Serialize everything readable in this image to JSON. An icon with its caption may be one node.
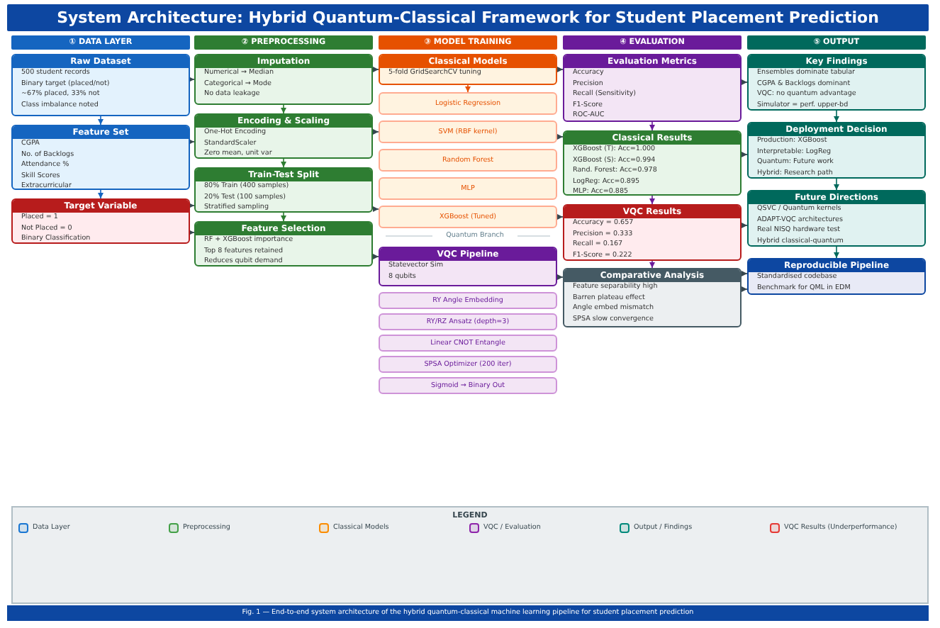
{
  "diagram": {
    "title": "System Architecture: Hybrid Quantum-Classical Framework for Student Placement Prediction",
    "caption": "Fig. 1 — End-to-end system architecture of the hybrid quantum-classical machine learning pipeline for student placement prediction",
    "nodes": [
      {
        "text": [
          "① DATA LAYER"
        ]
      },
      {
        "text": [
          "② PREPROCESSING"
        ]
      },
      {
        "text": [
          "③ MODEL TRAINING"
        ]
      },
      {
        "text": [
          "④ EVALUATION"
        ]
      },
      {
        "text": [
          "⑤ OUTPUT"
        ]
      },
      {
        "text": [
          "Raw Dataset",
          "500 student records",
          "Binary target (placed/not)",
          "~67% placed, 33% not",
          "Class imbalance noted"
        ]
      },
      {
        "text": [
          "Feature Set",
          "CGPA",
          "No. of Backlogs",
          "Attendance %",
          "Skill Scores",
          "Extracurricular"
        ]
      },
      {
        "text": [
          "Target Variable",
          "Placed = 1",
          "Not Placed = 0",
          "Binary Classification"
        ]
      },
      {
        "text": [
          "Imputation",
          "Numerical → Median",
          "Categorical → Mode",
          "No data leakage"
        ]
      },
      {
        "text": [
          "Encoding & Scaling",
          "One-Hot Encoding",
          "StandardScaler",
          "Zero mean, unit var"
        ]
      },
      {
        "text": [
          "Train-Test Split",
          "80% Train (400 samples)",
          "20% Test (100 samples)",
          "Stratified sampling"
        ]
      },
      {
        "text": [
          "Feature Selection",
          "RF + XGBoost importance",
          "Top 8 features retained",
          "Reduces qubit demand"
        ]
      },
      {
        "text": [
          "Classical Models",
          "5-fold GridSearchCV tuning"
        ]
      },
      {
        "text": [
          "Logistic Regression"
        ]
      },
      {
        "text": [
          "SVM (RBF kernel)"
        ]
      },
      {
        "text": [
          "Random Forest"
        ]
      },
      {
        "text": [
          "MLP"
        ]
      },
      {
        "text": [
          "XGBoost (Tuned)"
        ]
      },
      {
        "text": [
          "VQC Pipeline",
          "Statevector Sim",
          "8 qubits"
        ]
      },
      {
        "text": [
          "RY Angle Embedding"
        ]
      },
      {
        "text": [
          "RY/RZ Ansatz (depth=3)"
        ]
      },
      {
        "text": [
          "Linear CNOT Entangle"
        ]
      },
      {
        "text": [
          "SPSA Optimizer (200 iter)"
        ]
      },
      {
        "text": [
          "Sigmoid → Binary Out"
        ]
      },
      {
        "text": [
          "Evaluation Metrics",
          "Accuracy",
          "Precision",
          "Recall (Sensitivity)",
          "F1-Score",
          "ROC-AUC"
        ]
      },
      {
        "text": [
          "Classical Results",
          "XGBoost (T): Acc=1.000",
          "XGBoost (S): Acc=0.994",
          "Rand. Forest: Acc=0.978",
          "LogReg: Acc=0.895",
          "MLP: Acc=0.885"
        ]
      },
      {
        "text": [
          "VQC Results",
          "Accuracy = 0.657",
          "Precision = 0.333",
          "Recall = 0.167",
          "F1-Score = 0.222"
        ]
      },
      {
        "text": [
          "Comparative Analysis",
          "Feature separability high",
          "Barren plateau effect",
          "Angle embed mismatch",
          "SPSA slow convergence"
        ]
      },
      {
        "text": [
          "Key Findings",
          "Ensembles dominate tabular",
          "CGPA & Backlogs dominant",
          "VQC: no quantum advantage",
          "Simulator = perf. upper-bd"
        ]
      },
      {
        "text": [
          "Deployment Decision",
          "Production: XGBoost",
          "Interpretable: LogReg",
          "Quantum: Future work",
          "Hybrid: Research path"
        ]
      },
      {
        "text": [
          "Future Directions",
          "QSVC / Quantum kernels",
          "ADAPT-VQC architectures",
          "Real NISQ hardware test",
          "Hybrid classical-quantum"
        ]
      },
      {
        "text": [
          "Reproducible Pipeline",
          "Standardised codebase",
          "Benchmark for QML in EDM"
        ]
      }
    ],
    "edges": [
      {
        "from": 5,
        "to": 6,
        "arrow": "to",
        "color": "#1565c0"
      },
      {
        "from": 6,
        "to": 7,
        "arrow": "to",
        "color": "#1565c0"
      },
      {
        "from": 5,
        "to": 8,
        "arrow": "to"
      },
      {
        "from": 6,
        "to": 9,
        "arrow": "to"
      },
      {
        "from": 7,
        "to": 10,
        "arrow": "to"
      },
      {
        "from": 7,
        "to": 11,
        "arrow": "to"
      },
      {
        "from": 8,
        "to": 9,
        "arrow": "to",
        "color": "#2e7d32"
      },
      {
        "from": 9,
        "to": 10,
        "arrow": "to",
        "color": "#2e7d32"
      },
      {
        "from": 10,
        "to": 11,
        "arrow": "to",
        "color": "#2e7d32"
      },
      {
        "from": 8,
        "to": 12,
        "arrow": "to"
      },
      {
        "from": 9,
        "to": 14,
        "arrow": "to"
      },
      {
        "from": 10,
        "to": 17,
        "arrow": "to"
      },
      {
        "from": 11,
        "to": 18,
        "arrow": "to"
      },
      {
        "from": 12,
        "to": 13,
        "arrow": "to",
        "color": "#e65100"
      },
      {
        "from": 12,
        "to": 24,
        "arrow": "to"
      },
      {
        "from": 14,
        "to": 25,
        "arrow": "to"
      },
      {
        "from": 17,
        "to": 26,
        "arrow": "to"
      },
      {
        "from": 18,
        "to": 27,
        "arrow": "to"
      },
      {
        "from": 24,
        "to": 25,
        "arrow": "to",
        "color": "#6a1b9a"
      },
      {
        "from": 25,
        "to": 26,
        "arrow": "to",
        "color": "#6a1b9a"
      },
      {
        "from": 26,
        "to": 27,
        "arrow": "to",
        "color": "#6a1b9a"
      },
      {
        "from": 24,
        "to": 28,
        "arrow": "to"
      },
      {
        "from": 25,
        "to": 29,
        "arrow": "to"
      },
      {
        "from": 26,
        "to": 30,
        "arrow": "to"
      },
      {
        "from": 27,
        "to": 31,
        "arrow": "to"
      },
      {
        "from": 27,
        "to": 31,
        "arrow": "to"
      },
      {
        "from": 28,
        "to": 29,
        "arrow": "to",
        "color": "#00695c"
      },
      {
        "from": 29,
        "to": 30,
        "arrow": "to",
        "color": "#00695c"
      },
      {
        "from": 30,
        "to": 31,
        "arrow": "to",
        "color": "#00695c"
      }
    ],
    "labels": [
      "Quantum Branch",
      "LEGEND"
    ],
    "legend": [
      {
        "text": "Data Layer",
        "color": "#1976d2"
      },
      {
        "text": "Preprocessing",
        "color": "#43a047"
      },
      {
        "text": "Classical Models",
        "color": "#fb8c00"
      },
      {
        "text": "VQC / Evaluation",
        "color": "#8e24aa"
      },
      {
        "text": "Output / Findings",
        "color": "#00897b"
      },
      {
        "text": "VQC Results (Underperformance)",
        "color": "#e53935"
      }
    ]
  }
}
